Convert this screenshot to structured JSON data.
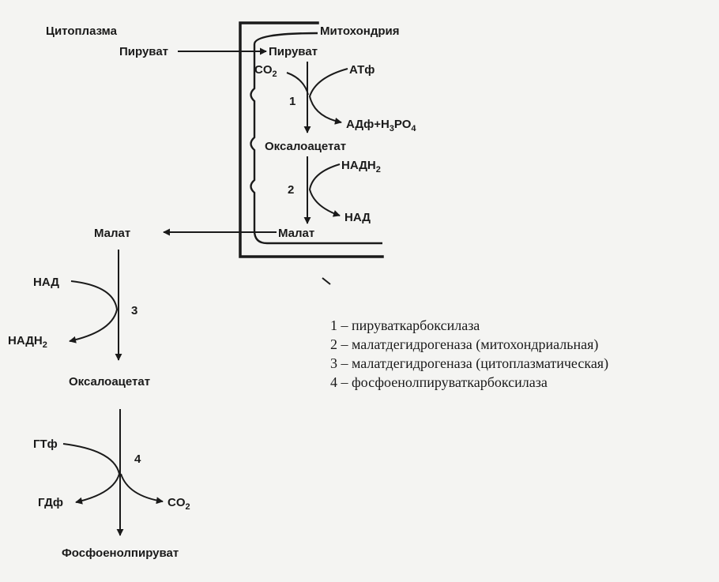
{
  "regions": {
    "cytoplasm": "Цитоплазма",
    "mitochondria": "Митохондрия"
  },
  "compounds": {
    "pyruvate_cyto": "Пируват",
    "pyruvate_mito": "Пируват",
    "co2_1": "CO",
    "co2_1_sub": "2",
    "atp": "АТф",
    "adp_pi_a": "АДф+Н",
    "adp_pi_sub1": "3",
    "adp_pi_b": "РО",
    "adp_pi_sub2": "4",
    "oxaloacetate_mito": "Оксалоацетат",
    "nadh2_mito": "НАДН",
    "nadh2_mito_sub": "2",
    "nad_mito": "НАД",
    "malate_mito": "Малат",
    "malate_cyto": "Малат",
    "nad_cyto": "НАД",
    "nadh2_cyto": "НАДН",
    "nadh2_cyto_sub": "2",
    "oxaloacetate_cyto": "Оксалоацетат",
    "gtp": "ГТф",
    "gdp": "ГДф",
    "co2_4": "CO",
    "co2_4_sub": "2",
    "pep": "Фосфоенолпируват"
  },
  "steps": [
    "1",
    "2",
    "3",
    "4"
  ],
  "legend": [
    "1 – пируваткарбоксилаза",
    "2 – малатдегидрогеназа (митохондриальная)",
    "3 – малатдегидрогеназа (цитоплазматическая)",
    "4 – фосфоенолпируваткарбоксилаза"
  ]
}
